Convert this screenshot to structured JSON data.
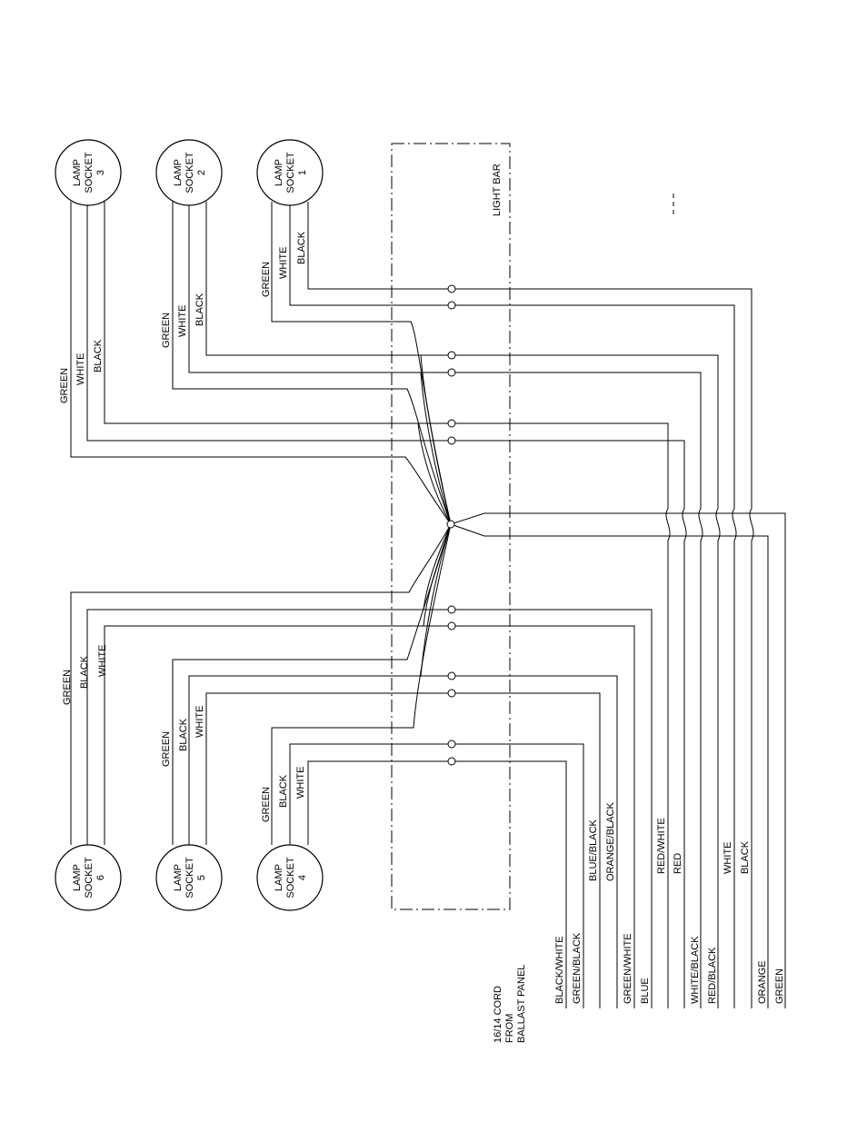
{
  "light_bar_label": "LIGHT BAR",
  "cord_label": [
    "16/14 CORD",
    "FROM",
    "BALLAST PANEL"
  ],
  "sockets": [
    {
      "lines": [
        "LAMP",
        "SOCKET",
        "3"
      ],
      "wires": [
        "GREEN",
        "WHITE",
        "BLACK"
      ]
    },
    {
      "lines": [
        "LAMP",
        "SOCKET",
        "2"
      ],
      "wires": [
        "GREEN",
        "WHITE",
        "BLACK"
      ]
    },
    {
      "lines": [
        "LAMP",
        "SOCKET",
        "1"
      ],
      "wires": [
        "GREEN",
        "WHITE",
        "BLACK"
      ]
    },
    {
      "lines": [
        "LAMP",
        "SOCKET",
        "6"
      ],
      "wires": [
        "GREEN",
        "BLACK",
        "WHITE"
      ]
    },
    {
      "lines": [
        "LAMP",
        "SOCKET",
        "5"
      ],
      "wires": [
        "GREEN",
        "BLACK",
        "WHITE"
      ]
    },
    {
      "lines": [
        "LAMP",
        "SOCKET",
        "4"
      ],
      "wires": [
        "GREEN",
        "BLACK",
        "WHITE"
      ]
    }
  ],
  "bar_wires": [
    "BLUE/BLACK",
    "ORANGE/BLACK",
    "RED/WHITE",
    "RED",
    "WHITE",
    "BLACK"
  ],
  "cord_wires": [
    "BLACK/WHITE",
    "GREEN/BLACK",
    "GREEN/WHITE",
    "BLUE",
    "WHITE/BLACK",
    "RED/BLACK",
    "ORANGE",
    "GREEN"
  ]
}
